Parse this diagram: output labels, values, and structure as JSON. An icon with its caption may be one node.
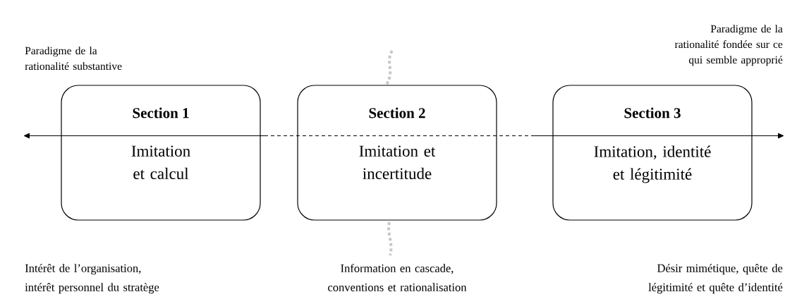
{
  "diagram": {
    "nodes": [
      {
        "text": [
          "Section 1",
          "Imitation et calcul"
        ]
      },
      {
        "text": [
          "Section 2",
          "Imitation et incertitude"
        ]
      },
      {
        "text": [
          "Section 3",
          "Imitation, identité et légitimité"
        ]
      }
    ],
    "labels": [
      "Paradigme de la rationalité substantive",
      "Paradigme de la rationalité fondée sur ce qui semble approprié",
      "Intérêt de l’organisation, intérêt personnel du stratège",
      "Information en cascade, conventions et rationalisation",
      "Désir mimétique, quête de légitimité et quête d’identité"
    ]
  }
}
